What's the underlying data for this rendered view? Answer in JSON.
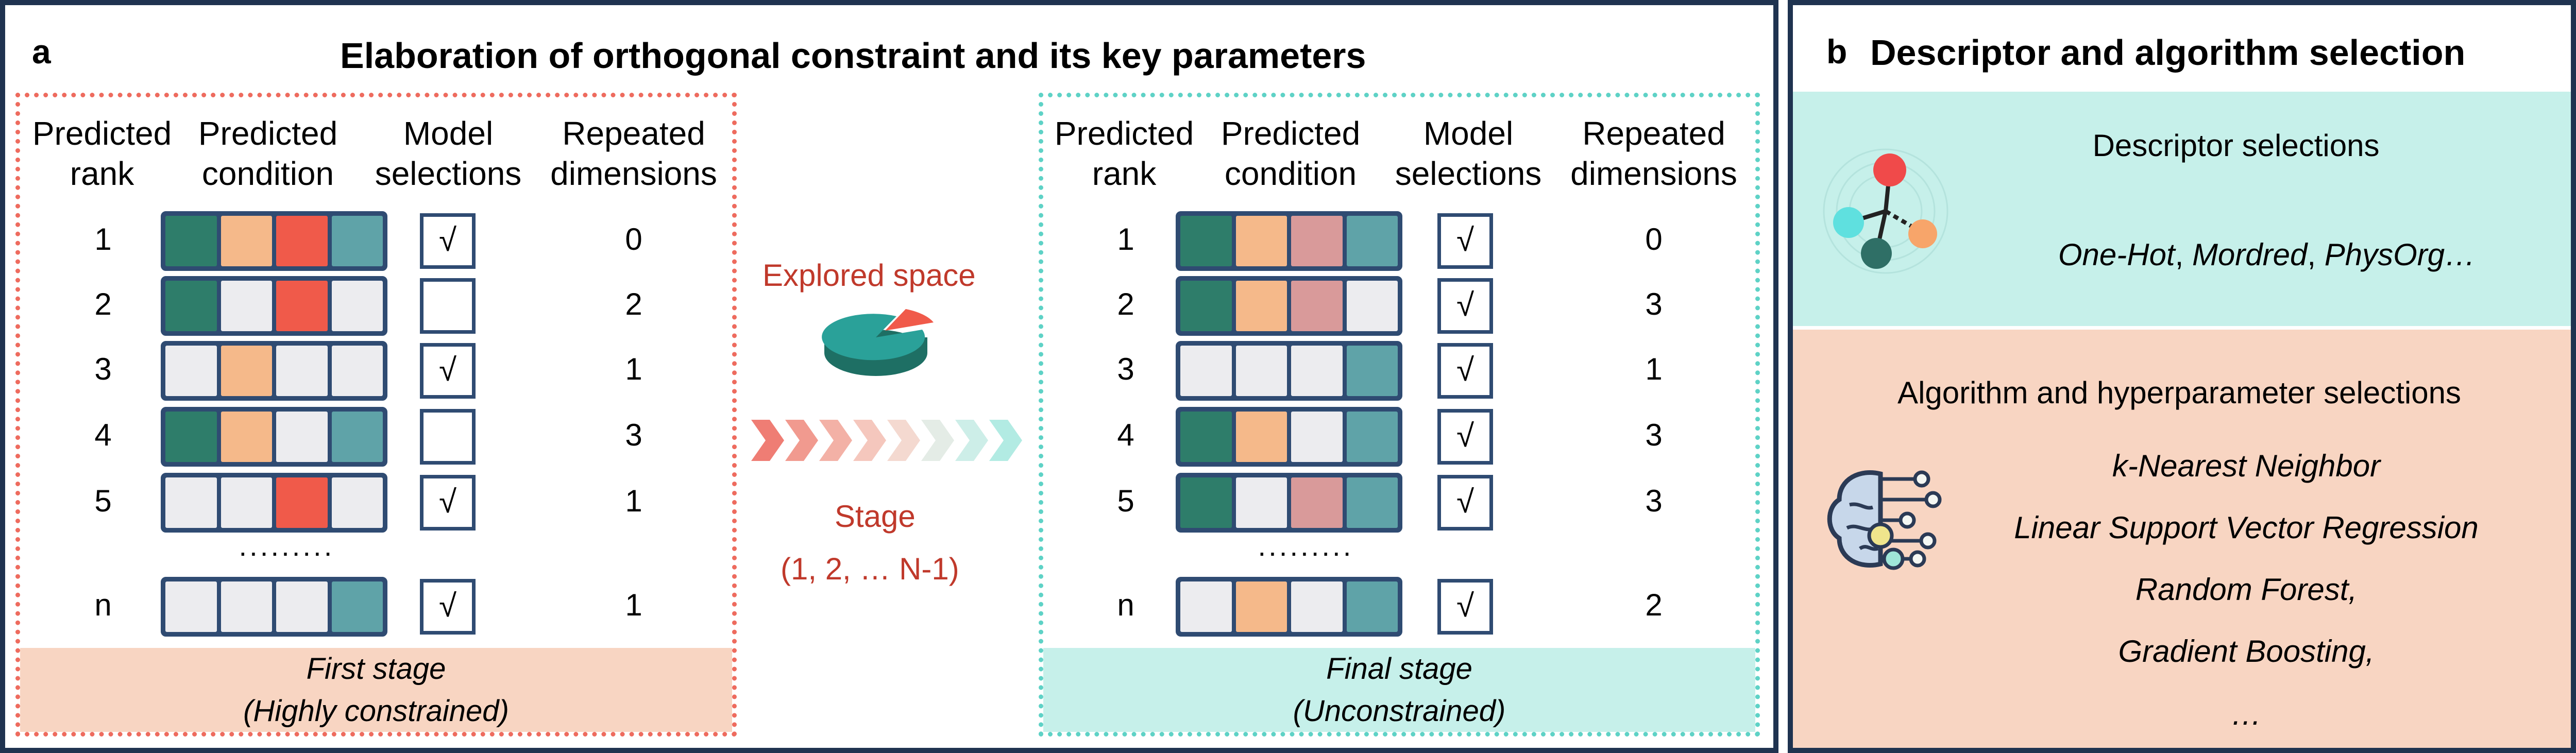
{
  "colors": {
    "dark_teal": "#2e7d6a",
    "peach": "#f5b98a",
    "red": "#f05a4a",
    "steel_teal": "#5fa3a8",
    "light_gray": "#ececef",
    "pink": "#d99a9a",
    "frame_navy": "#1f3350",
    "first_band": "#f8d5c2",
    "final_band": "#c6f0ea",
    "first_border": "#ee6b5e",
    "final_border": "#5ed2c6"
  },
  "panel_a": {
    "letter": "a",
    "title": "Elaboration of orthogonal constraint and its key parameters",
    "headers": {
      "rank": [
        "Predicted",
        "rank"
      ],
      "condition": [
        "Predicted",
        "condition"
      ],
      "model": [
        "Model",
        "selections"
      ],
      "repeated": [
        "Repeated",
        "dimensions"
      ]
    },
    "ellipsis": "·········",
    "first_stage": {
      "label": "First stage",
      "sublabel": "(Highly constrained)",
      "rows": [
        {
          "rank": "1",
          "cells": [
            "dark_teal",
            "peach",
            "red",
            "steel_teal"
          ],
          "checked": true,
          "check_mark": "√",
          "repeated": "0"
        },
        {
          "rank": "2",
          "cells": [
            "dark_teal",
            "light_gray",
            "red",
            "light_gray"
          ],
          "checked": false,
          "check_mark": "",
          "repeated": "2"
        },
        {
          "rank": "3",
          "cells": [
            "light_gray",
            "peach",
            "light_gray",
            "light_gray"
          ],
          "checked": true,
          "check_mark": "√",
          "repeated": "1"
        },
        {
          "rank": "4",
          "cells": [
            "dark_teal",
            "peach",
            "light_gray",
            "steel_teal"
          ],
          "checked": false,
          "check_mark": "",
          "repeated": "3"
        },
        {
          "rank": "5",
          "cells": [
            "light_gray",
            "light_gray",
            "red",
            "light_gray"
          ],
          "checked": true,
          "check_mark": "√",
          "repeated": "1"
        },
        {
          "rank": "n",
          "cells": [
            "light_gray",
            "light_gray",
            "light_gray",
            "steel_teal"
          ],
          "checked": true,
          "check_mark": "√",
          "repeated": "1"
        }
      ]
    },
    "final_stage": {
      "label": "Final stage",
      "sublabel": "(Unconstrained)",
      "rows": [
        {
          "rank": "1",
          "cells": [
            "dark_teal",
            "peach",
            "pink",
            "steel_teal"
          ],
          "checked": true,
          "check_mark": "√",
          "repeated": "0"
        },
        {
          "rank": "2",
          "cells": [
            "dark_teal",
            "peach",
            "pink",
            "light_gray"
          ],
          "checked": true,
          "check_mark": "√",
          "repeated": "3"
        },
        {
          "rank": "3",
          "cells": [
            "light_gray",
            "light_gray",
            "light_gray",
            "steel_teal"
          ],
          "checked": true,
          "check_mark": "√",
          "repeated": "1"
        },
        {
          "rank": "4",
          "cells": [
            "dark_teal",
            "peach",
            "light_gray",
            "steel_teal"
          ],
          "checked": true,
          "check_mark": "√",
          "repeated": "3"
        },
        {
          "rank": "5",
          "cells": [
            "dark_teal",
            "light_gray",
            "pink",
            "steel_teal"
          ],
          "checked": true,
          "check_mark": "√",
          "repeated": "3"
        },
        {
          "rank": "n",
          "cells": [
            "light_gray",
            "peach",
            "light_gray",
            "steel_teal"
          ],
          "checked": true,
          "check_mark": "√",
          "repeated": "2"
        }
      ]
    },
    "middle": {
      "explored_space": "Explored space",
      "stage_label": "Stage",
      "stage_range": "(1, 2, … N-1)"
    }
  },
  "panel_b": {
    "letter": "b",
    "title": "Descriptor and algorithm selection",
    "descriptor": {
      "heading": "Descriptor selections",
      "items": [
        {
          "text": "One-Hot",
          "italic": true
        },
        {
          "text": ", ",
          "italic": false
        },
        {
          "text": "Mordred",
          "italic": true
        },
        {
          "text": ", ",
          "italic": false
        },
        {
          "text": "PhysOrg…",
          "italic": true
        }
      ]
    },
    "algorithm": {
      "heading": "Algorithm and hyperparameter selections",
      "items": [
        "k-Nearest Neighbor",
        "Linear Support Vector Regression",
        "Random Forest,",
        "Gradient Boosting,",
        "…"
      ]
    }
  }
}
